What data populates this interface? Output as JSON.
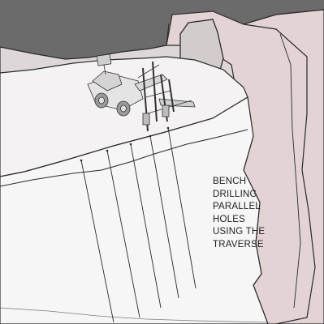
{
  "caption": {
    "lines": [
      "BENCH",
      "DRILLING",
      "PARALLEL",
      "HOLES",
      "USING THE",
      "TRAVERSE"
    ]
  },
  "colors": {
    "sky": "#6b6b6b",
    "rock_face": "#e3d3d5",
    "rock_shadow": "#d6bcc0",
    "bench_top": "#f4f2f2",
    "bench_face": "#f7f6f6",
    "line": "#2a2a2a"
  },
  "drill_holes": {
    "count": 5
  }
}
